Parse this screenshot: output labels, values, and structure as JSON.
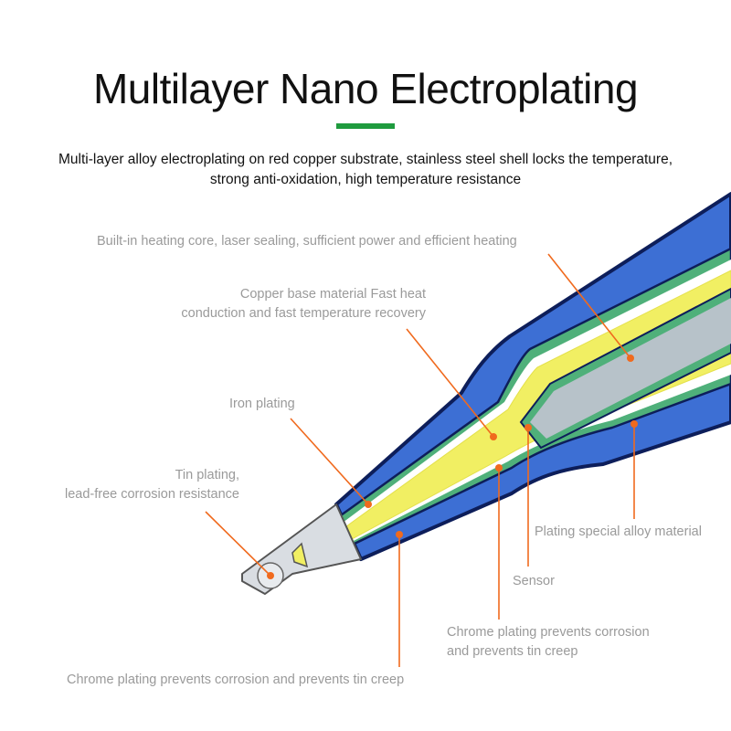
{
  "title": "Multilayer Nano Electroplating",
  "subtitle_lines": [
    "Multi-layer alloy electroplating on red copper substrate, stainless steel shell locks the temperature,",
    "strong anti-oxidation, high temperature resistance"
  ],
  "labels": {
    "heating_core": "Built-in heating core, laser sealing, sufficient power and efficient heating",
    "copper_base": [
      "Copper base material Fast heat",
      "conduction and fast temperature recovery"
    ],
    "iron_plating": "Iron plating",
    "tin_plating": [
      "Tin plating,",
      "lead-free corrosion resistance"
    ],
    "special_alloy": "Plating special alloy material",
    "sensor": "Sensor",
    "chrome_right": [
      "Chrome plating prevents corrosion",
      "and prevents tin creep"
    ],
    "chrome_bottom": "Chrome plating prevents corrosion and prevents tin creep"
  },
  "colors": {
    "accent_bar": "#1f9b3e",
    "shell_blue": "#3d6fd4",
    "shell_dark": "#0d1e5a",
    "green_layer": "#4fb07a",
    "yellow_core": "#f1ef63",
    "heater_gray": "#b7c2c9",
    "steel_tip": "#d9dde2",
    "pointer": "#f06a1e",
    "label_gray": "#9a9a9a"
  }
}
